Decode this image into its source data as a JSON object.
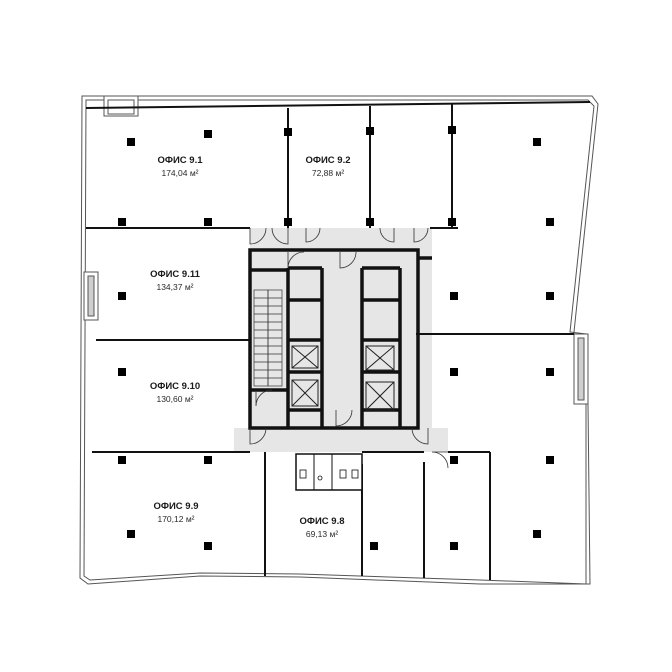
{
  "plan": {
    "offices": [
      {
        "id": "9-1",
        "name": "ОФИС 9.1",
        "area": "174,04 м²"
      },
      {
        "id": "9-2",
        "name": "ОФИС 9.2",
        "area": "72,88 м²"
      },
      {
        "id": "9-11",
        "name": "ОФИС 9.11",
        "area": "134,37 м²"
      },
      {
        "id": "9-10",
        "name": "ОФИС 9.10",
        "area": "130,60 м²"
      },
      {
        "id": "9-9",
        "name": "ОФИС 9.9",
        "area": "170,12 м²"
      },
      {
        "id": "9-8",
        "name": "ОФИС 9.8",
        "area": "69,13 м²"
      }
    ],
    "colors": {
      "wall": "#111111",
      "core_fill": "#e6e6e6",
      "facade": "#555555",
      "column": "#000000",
      "glass": "#cfcfcf"
    }
  }
}
